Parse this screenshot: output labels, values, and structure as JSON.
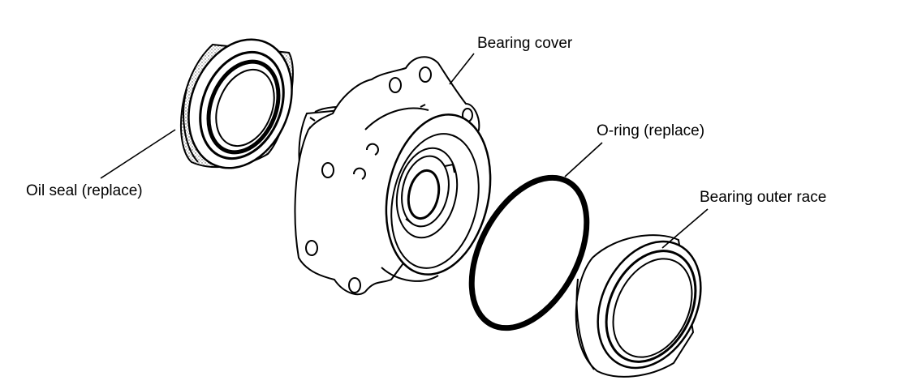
{
  "labels": {
    "bearing_cover": "Bearing cover",
    "o_ring": "O-ring (replace)",
    "oil_seal": "Oil seal (replace)",
    "bearing_outer_race": "Bearing outer race"
  },
  "colors": {
    "ink": "#000000",
    "paper": "#ffffff",
    "stipple": "#7a7a7a"
  }
}
